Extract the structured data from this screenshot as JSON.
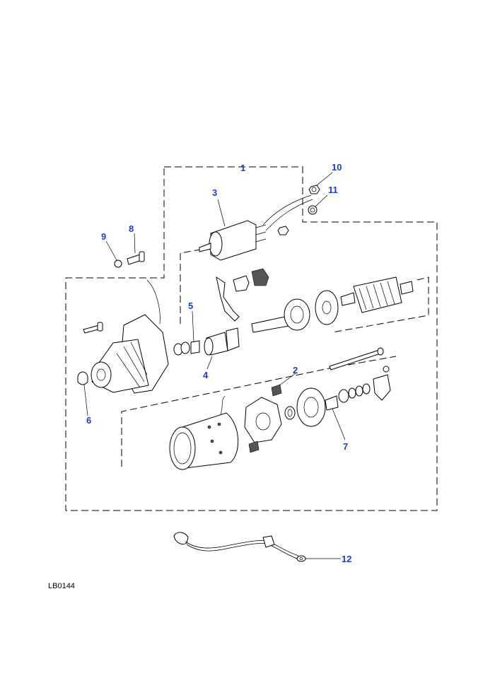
{
  "figure_code": "LB0144",
  "callouts": [
    {
      "id": "1",
      "label": "1"
    },
    {
      "id": "2",
      "label": "2"
    },
    {
      "id": "3",
      "label": "3"
    },
    {
      "id": "4",
      "label": "4"
    },
    {
      "id": "5",
      "label": "5"
    },
    {
      "id": "6",
      "label": "6"
    },
    {
      "id": "7",
      "label": "7"
    },
    {
      "id": "8",
      "label": "8"
    },
    {
      "id": "9",
      "label": "9"
    },
    {
      "id": "10",
      "label": "10"
    },
    {
      "id": "11",
      "label": "11"
    },
    {
      "id": "12",
      "label": "12"
    }
  ],
  "colors": {
    "callout": "#1a3fcf",
    "linework": "#000000",
    "background": "#ffffff"
  }
}
